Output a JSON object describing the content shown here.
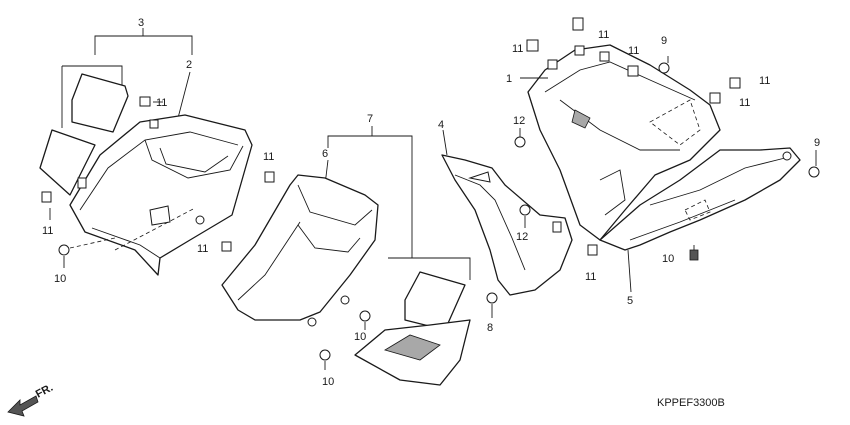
{
  "diagram": {
    "code": "KPPEF3300B",
    "front_label": "FR.",
    "callouts": [
      {
        "id": "c3",
        "label": "3"
      },
      {
        "id": "c2",
        "label": "2"
      },
      {
        "id": "c11a",
        "label": "11"
      },
      {
        "id": "c11b",
        "label": "11"
      },
      {
        "id": "c10a",
        "label": "10"
      },
      {
        "id": "c7",
        "label": "7"
      },
      {
        "id": "c6",
        "label": "6"
      },
      {
        "id": "c11c",
        "label": "11"
      },
      {
        "id": "c11d",
        "label": "11"
      },
      {
        "id": "c10b",
        "label": "10"
      },
      {
        "id": "c10c",
        "label": "10"
      },
      {
        "id": "c4",
        "label": "4"
      },
      {
        "id": "c12a",
        "label": "12"
      },
      {
        "id": "c12b",
        "label": "12"
      },
      {
        "id": "c8",
        "label": "8"
      },
      {
        "id": "c11e",
        "label": "11"
      },
      {
        "id": "c11f",
        "label": "11"
      },
      {
        "id": "c1",
        "label": "1"
      },
      {
        "id": "c11g",
        "label": "11"
      },
      {
        "id": "c9a",
        "label": "9"
      },
      {
        "id": "c11h",
        "label": "11"
      },
      {
        "id": "c11i",
        "label": "11"
      },
      {
        "id": "c11j",
        "label": "11"
      },
      {
        "id": "c9b",
        "label": "9"
      },
      {
        "id": "c10d",
        "label": "10"
      },
      {
        "id": "c5",
        "label": "5"
      }
    ]
  }
}
